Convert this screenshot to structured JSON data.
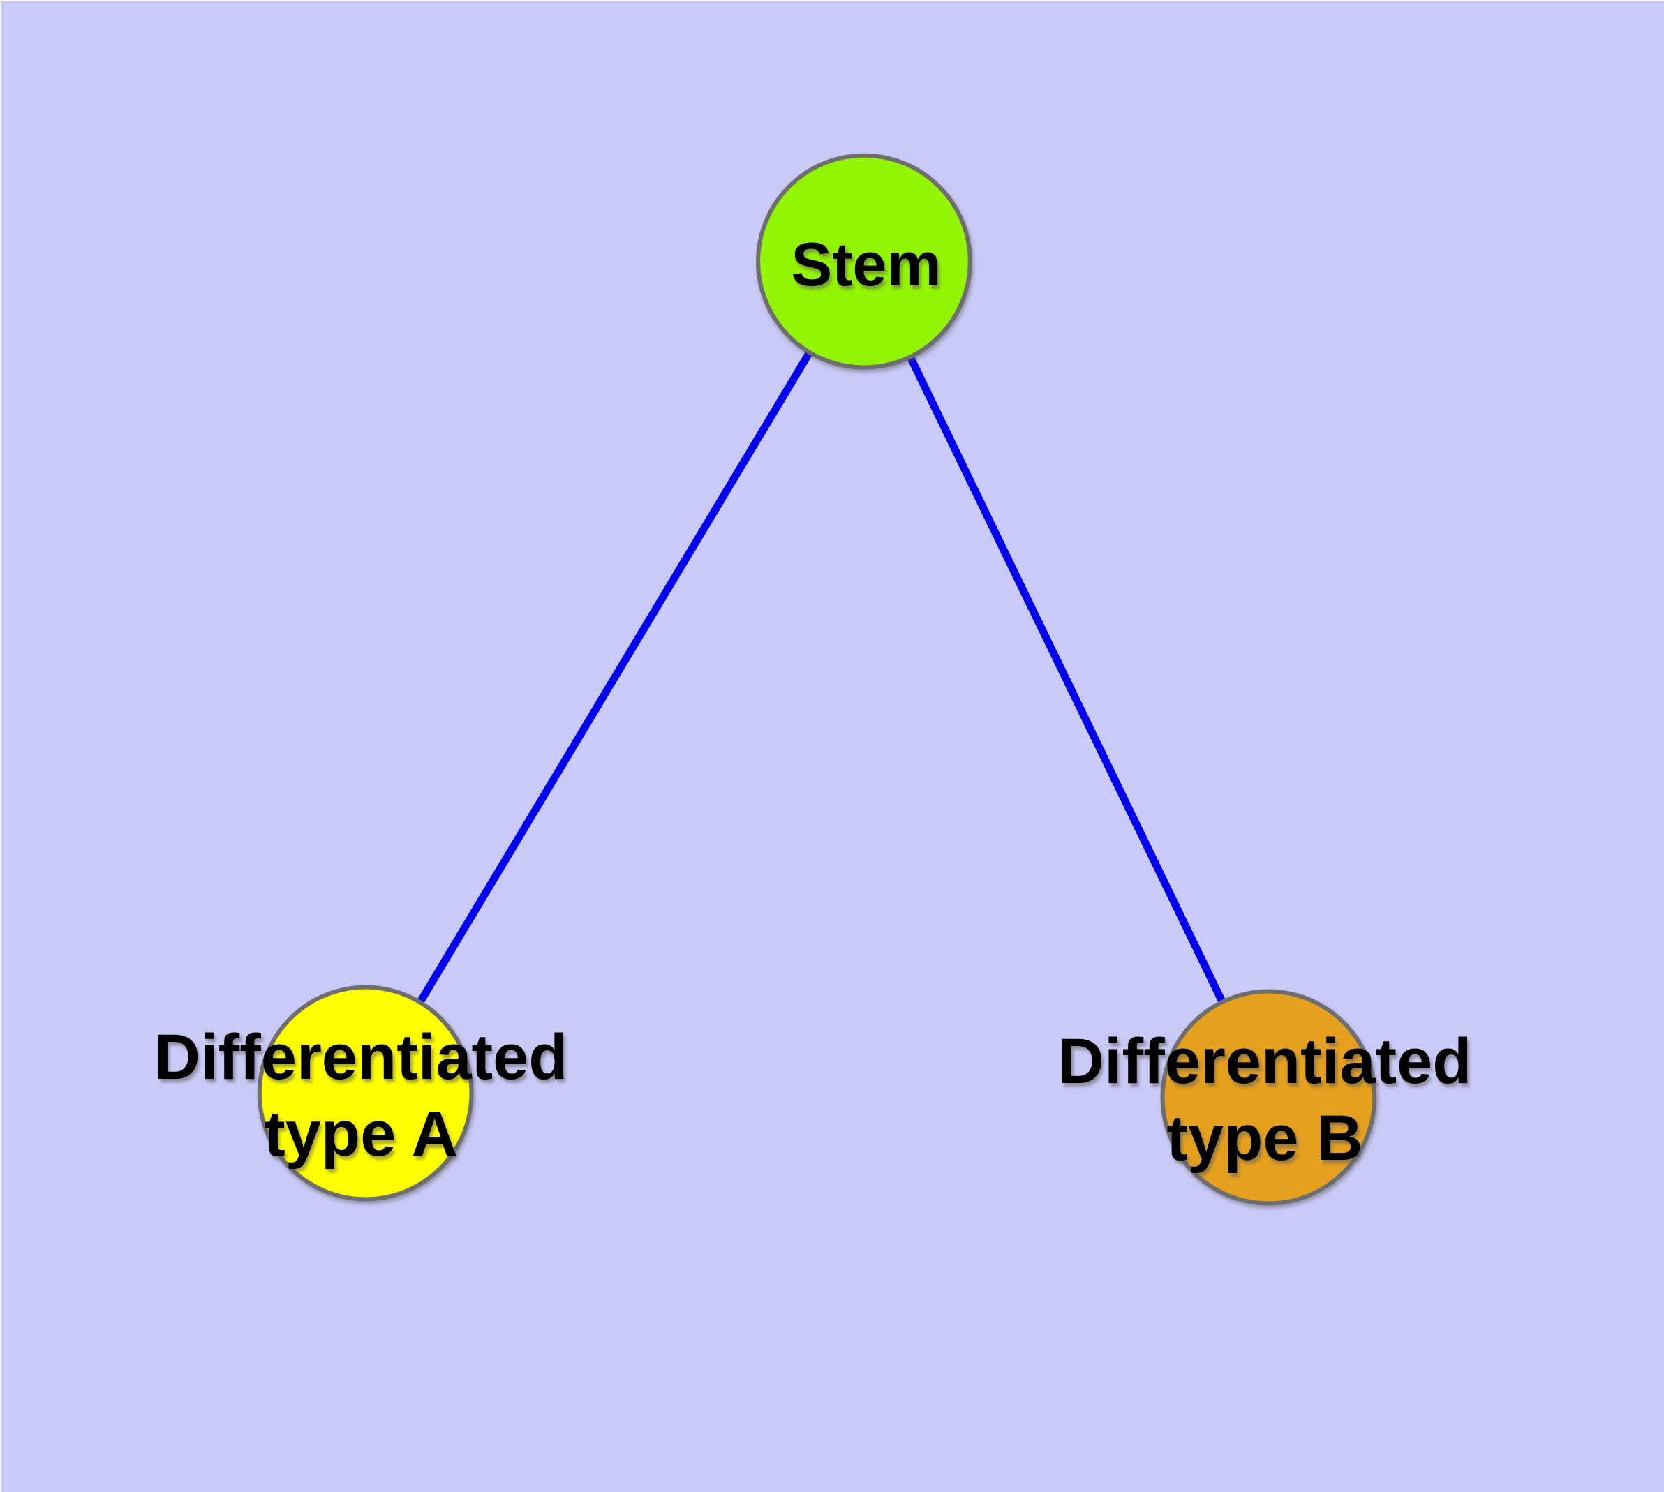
{
  "diagram": {
    "background_color": "#CACAF8",
    "edge_color": "#0000EE",
    "node_border_color": "#6E6E6E",
    "label_color": "#000000",
    "nodes": {
      "stem": {
        "label": "Stem",
        "fill": "#93F501"
      },
      "type_a": {
        "label_line1": "Differentiated",
        "label_line2": "type A",
        "fill": "#FFFF00"
      },
      "type_b": {
        "label_line1": "Differentiated",
        "label_line2": "type B",
        "fill": "#E5A01E"
      }
    },
    "edges": [
      {
        "from": "stem",
        "to": "type_a"
      },
      {
        "from": "stem",
        "to": "type_b"
      }
    ]
  }
}
